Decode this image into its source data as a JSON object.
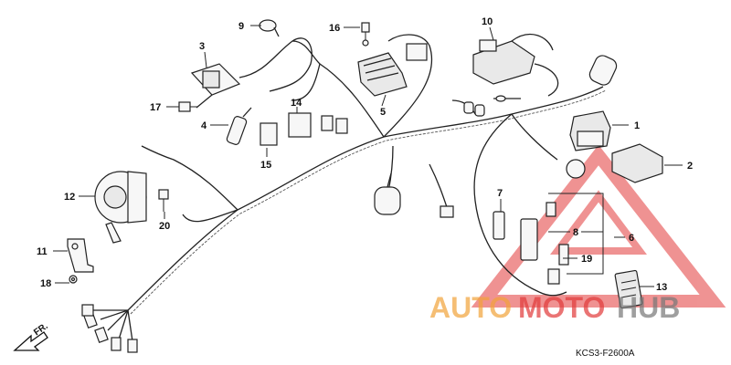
{
  "diagram_code": "KCS3-F2600A",
  "front_label": "FR.",
  "watermark": {
    "part1": "AUTO",
    "part2": "MOTO",
    "part3": "HUB",
    "color_orange": "#f2a33a",
    "color_red": "#e23a3a",
    "color_gray": "#777777"
  },
  "callouts": [
    "1",
    "2",
    "3",
    "4",
    "5",
    "6",
    "7",
    "8",
    "9",
    "10",
    "11",
    "12",
    "13",
    "14",
    "15",
    "16",
    "17",
    "18",
    "19",
    "20"
  ]
}
